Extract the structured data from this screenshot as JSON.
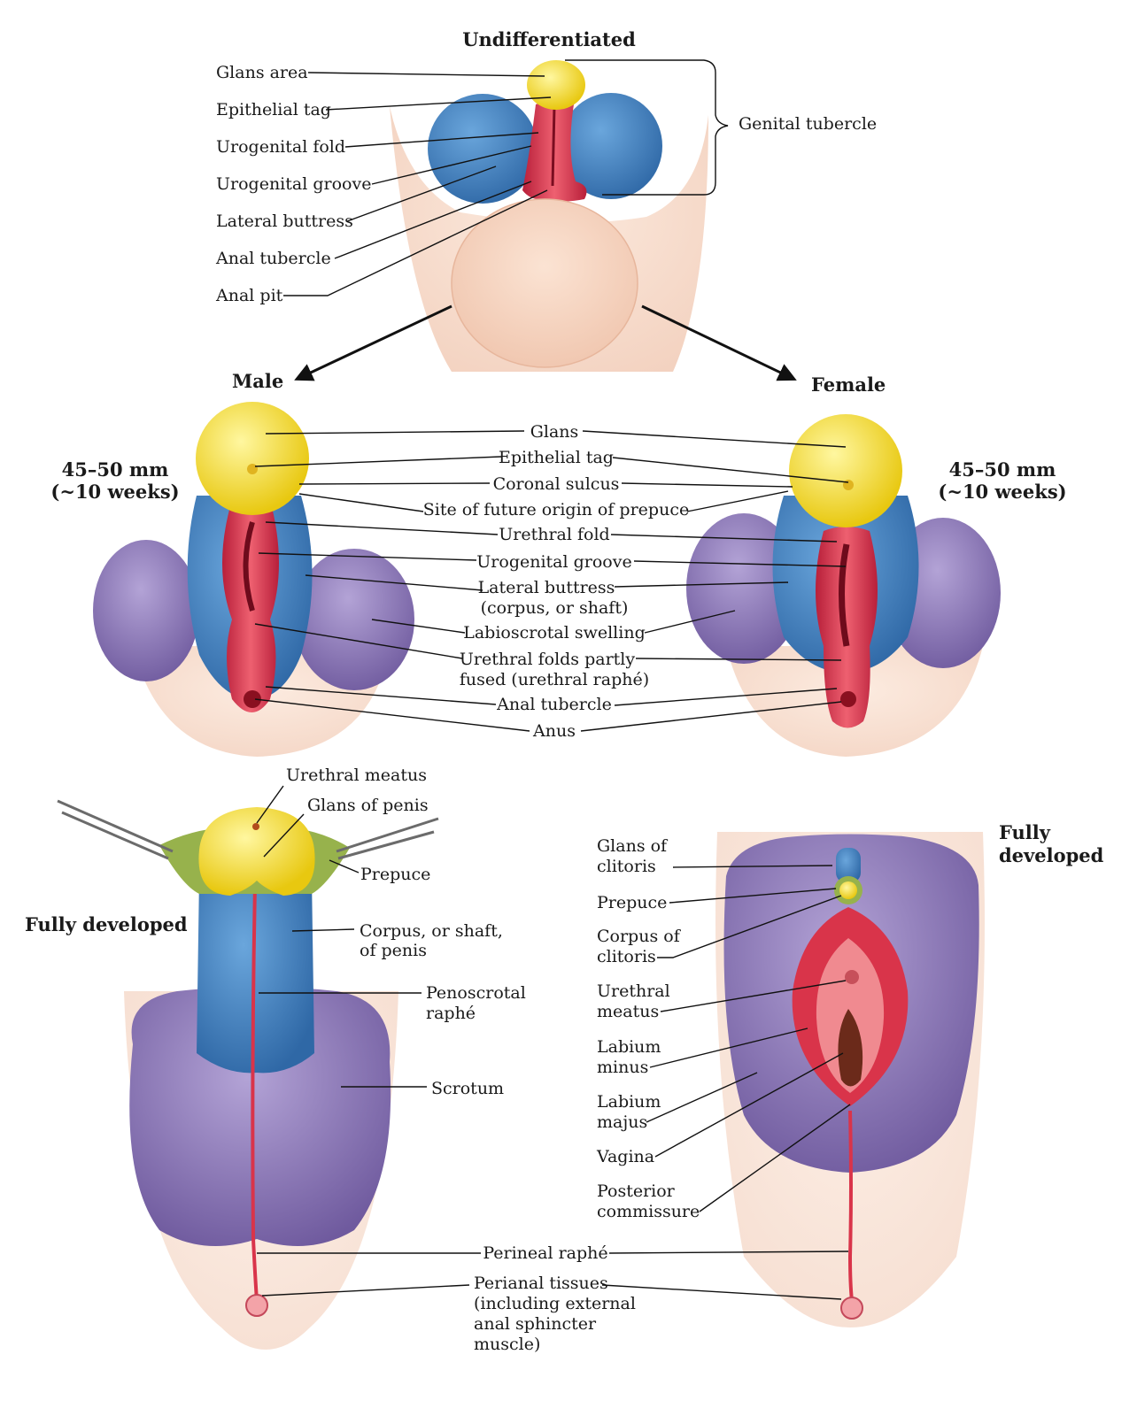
{
  "colors": {
    "glans": "#f3e21a",
    "buttress": "#3f7fc0",
    "fold": "#d9344a",
    "swelling": "#8a73b8",
    "skin": "#f4d3bf",
    "prepuce": "#97b24c"
  },
  "headings": {
    "undifferentiated": "Undifferentiated",
    "male": "Male",
    "female": "Female",
    "age_left_1": "45–50 mm",
    "age_left_2": "(~10 weeks)",
    "age_right_1": "45–50 mm",
    "age_right_2": "(~10 weeks)",
    "fully_developed_male": "Fully developed",
    "fully_developed_female_1": "Fully",
    "fully_developed_female_2": "developed"
  },
  "undiff_labels": {
    "glans_area": "Glans area",
    "epithelial_tag": "Epithelial tag",
    "urogenital_fold": "Urogenital fold",
    "urogenital_groove": "Urogenital groove",
    "lateral_buttress": "Lateral buttress",
    "anal_tubercle": "Anal tubercle",
    "anal_pit": "Anal pit",
    "genital_tubercle": "Genital tubercle"
  },
  "mid_labels": {
    "glans": "Glans",
    "epithelial_tag": "Epithelial tag",
    "coronal_sulcus": "Coronal sulcus",
    "future_prepuce": "Site of future origin of prepuce",
    "urethral_fold": "Urethral fold",
    "urogenital_groove": "Urogenital groove",
    "lateral_buttress_1": "Lateral buttress",
    "lateral_buttress_2": "(corpus, or shaft)",
    "labioscrotal": "Labioscrotal swelling",
    "urethral_folds_1": "Urethral folds partly",
    "urethral_folds_2": "fused (urethral raphé)",
    "anal_tubercle": "Anal tubercle",
    "anus": "Anus"
  },
  "male_labels": {
    "urethral_meatus": "Urethral meatus",
    "glans_penis": "Glans of penis",
    "prepuce": "Prepuce",
    "corpus_1": "Corpus, or shaft,",
    "corpus_2": "of penis",
    "penoscrotal_1": "Penoscrotal",
    "penoscrotal_2": "raphé",
    "scrotum": "Scrotum"
  },
  "female_labels": {
    "glans_clitoris_1": "Glans of",
    "glans_clitoris_2": "clitoris",
    "prepuce": "Prepuce",
    "corpus_clitoris_1": "Corpus of",
    "corpus_clitoris_2": "clitoris",
    "urethral_meatus_1": "Urethral",
    "urethral_meatus_2": "meatus",
    "labium_minus_1": "Labium",
    "labium_minus_2": "minus",
    "labium_majus_1": "Labium",
    "labium_majus_2": "majus",
    "vagina": "Vagina",
    "posterior_1": "Posterior",
    "posterior_2": "commissure"
  },
  "bottom_labels": {
    "perineal_raphe": "Perineal raphé",
    "perianal_1": "Perianal tissues",
    "perianal_2": "(including external",
    "perianal_3": "anal sphincter",
    "perianal_4": "muscle)"
  }
}
